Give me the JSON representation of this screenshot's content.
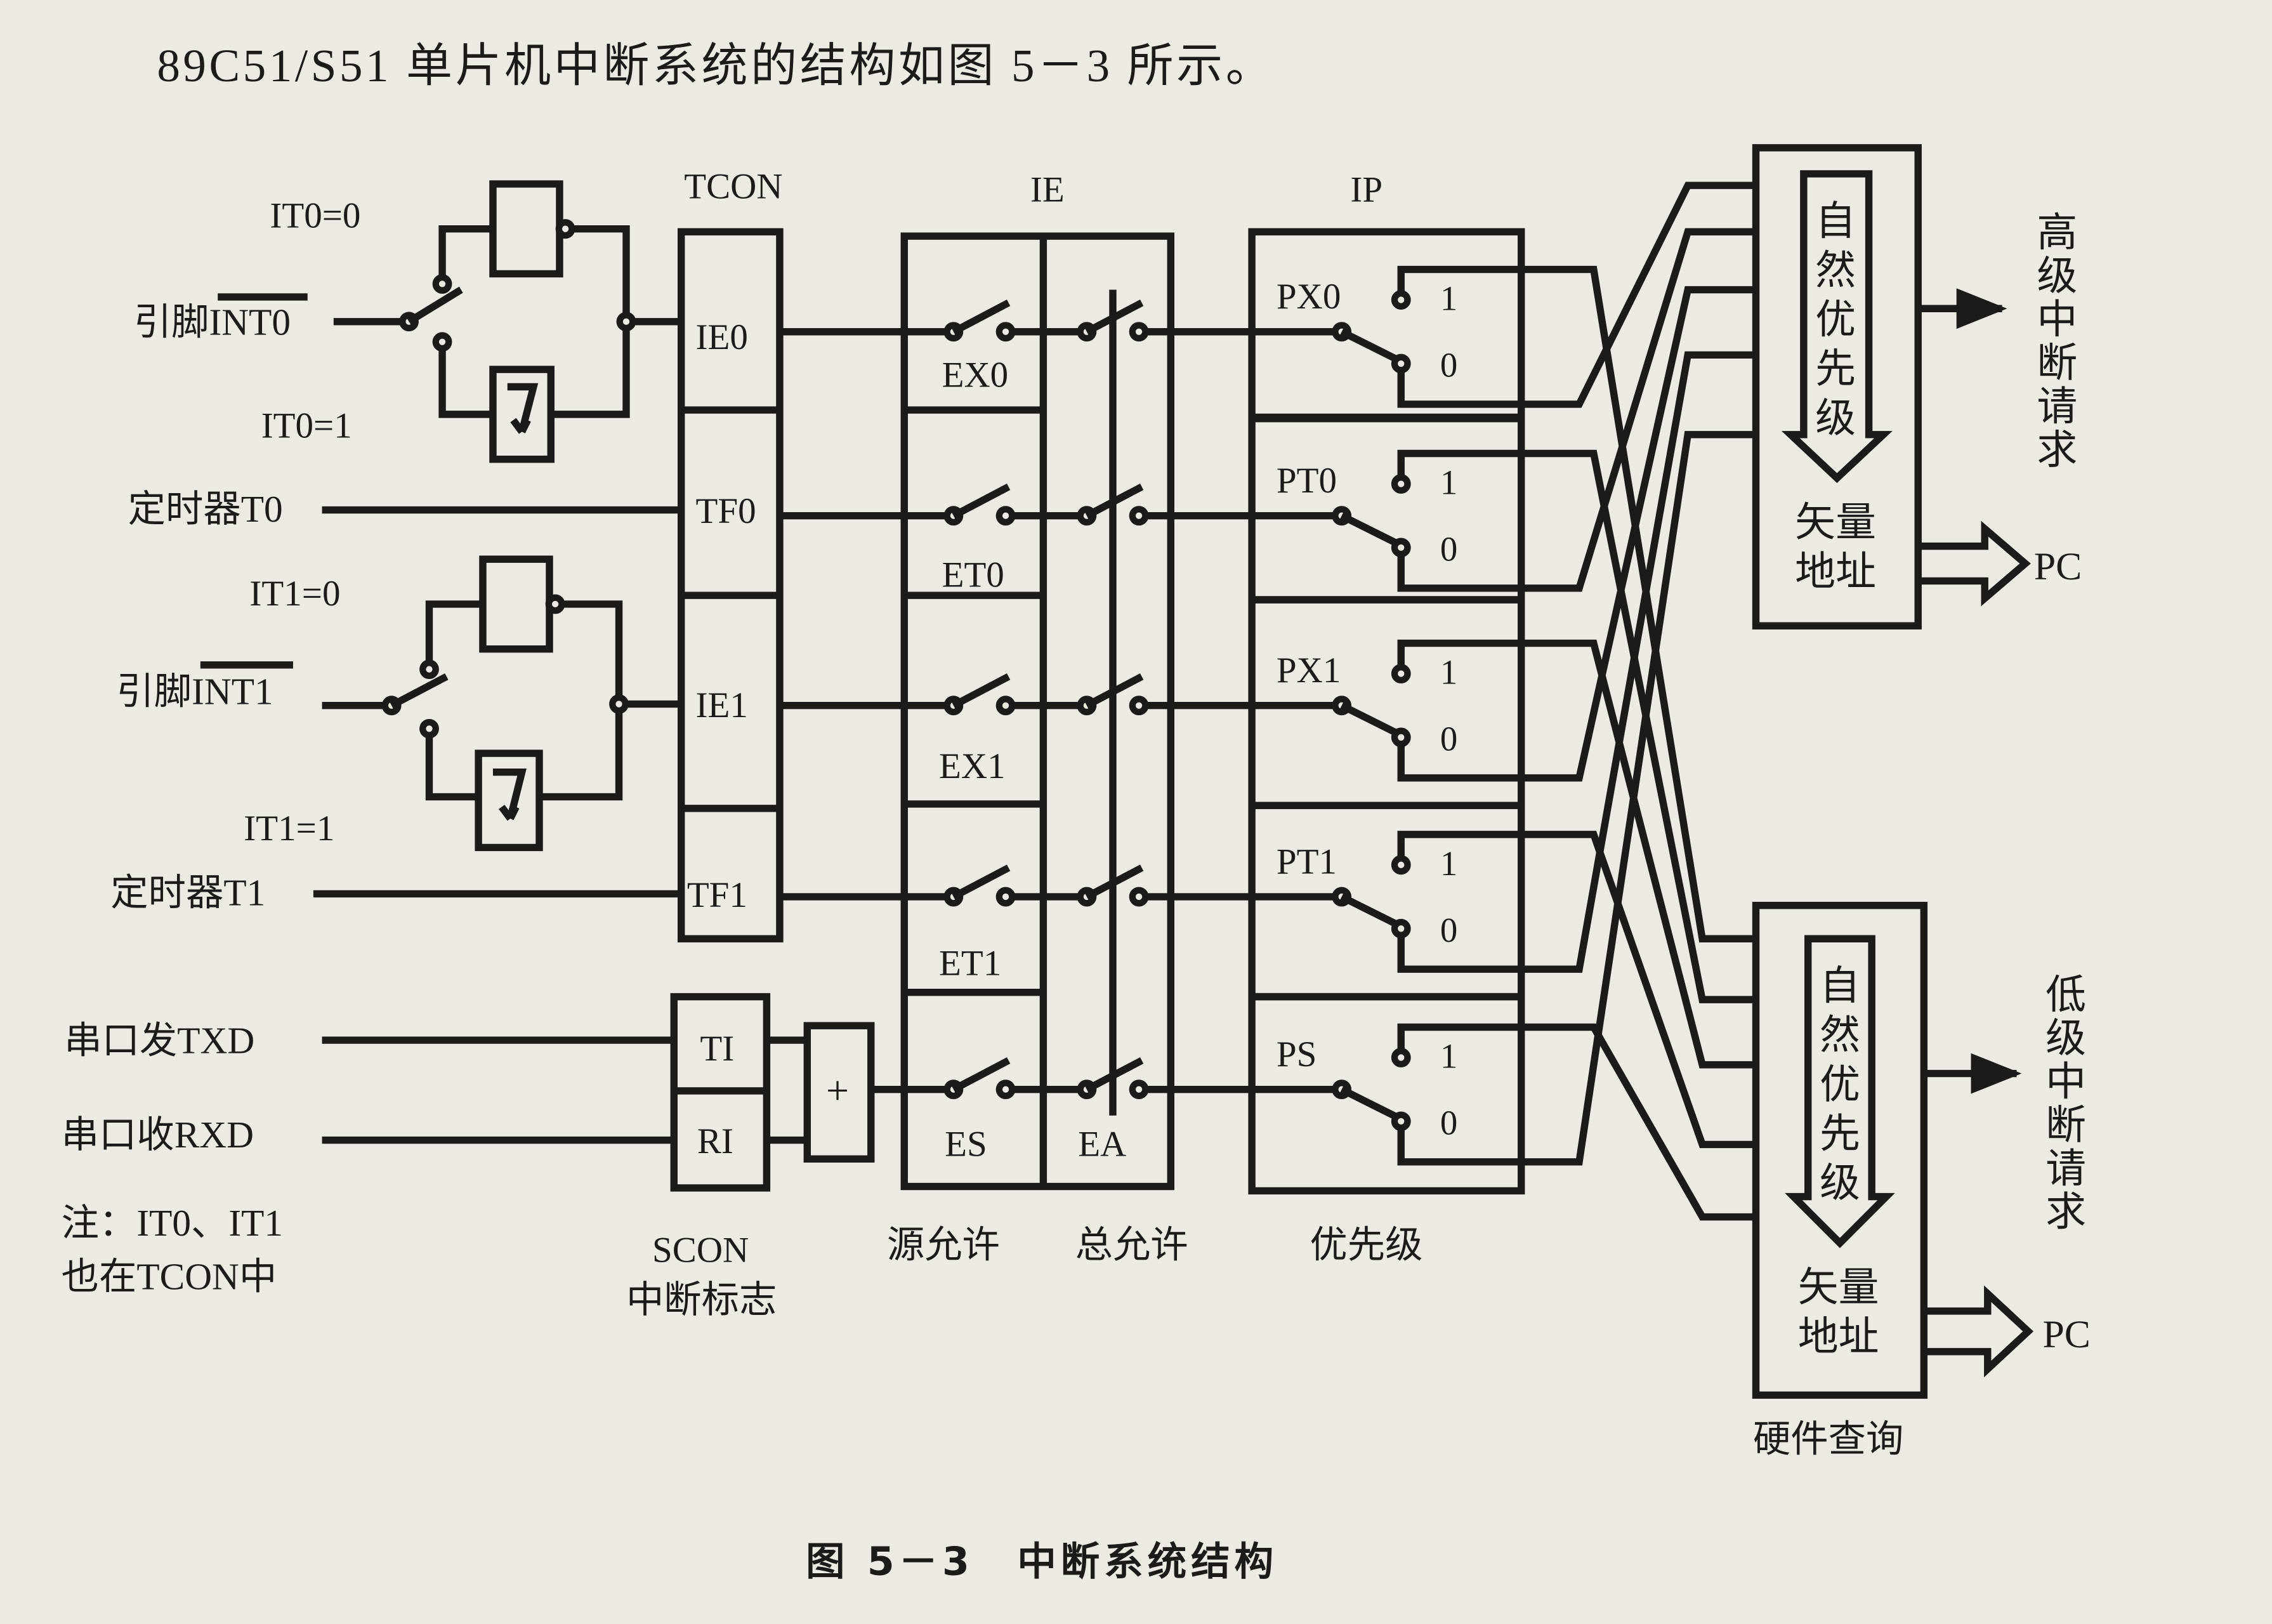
{
  "intro_text": "89C51/S51 单片机中断系统的结构如图 5－3 所示。",
  "caption": "图 5－3　中断系统结构",
  "registers": {
    "tcon": {
      "title": "TCON",
      "cells": [
        "IE0",
        "TF0",
        "IE1",
        "TF1"
      ]
    },
    "scon": {
      "cells": [
        "TI",
        "RI"
      ],
      "label_line1": "SCON",
      "label_line2": "中断标志"
    },
    "or_gate": "+",
    "ie": {
      "title": "IE",
      "source_labels": [
        "EX0",
        "ET0",
        "EX1",
        "ET1",
        "ES"
      ],
      "ea_label": "EA",
      "source_caption": "源允许",
      "global_caption": "总允许"
    },
    "ip": {
      "title": "IP",
      "labels": [
        "PX0",
        "PT0",
        "PX1",
        "PT1",
        "PS"
      ],
      "one": "1",
      "zero": "0",
      "caption": "优先级"
    }
  },
  "inputs": {
    "int0": {
      "label": "引脚INT0",
      "it_eq0": "IT0=0",
      "it_eq1": "IT0=1"
    },
    "timer0": "定时器T0",
    "int1": {
      "label": "引脚INT1",
      "it_eq0": "IT1=0",
      "it_eq1": "IT1=1"
    },
    "timer1": "定时器T1",
    "txd": "串口发TXD",
    "rxd": "串口收RXD"
  },
  "note": {
    "line1": "注：IT0、IT1",
    "line2": "也在TCON中"
  },
  "high_block": {
    "natural": [
      "自",
      "然",
      "优",
      "先",
      "级"
    ],
    "vector": [
      "矢量",
      "地址"
    ],
    "output": "PC",
    "request": [
      "高",
      "级",
      "中",
      "断",
      "请",
      "求"
    ]
  },
  "low_block": {
    "natural": [
      "自",
      "然",
      "优",
      "先",
      "级"
    ],
    "vector": [
      "矢量",
      "地址"
    ],
    "output": "PC",
    "request": [
      "低",
      "级",
      "中",
      "断",
      "请",
      "求"
    ],
    "caption": "硬件查询"
  }
}
